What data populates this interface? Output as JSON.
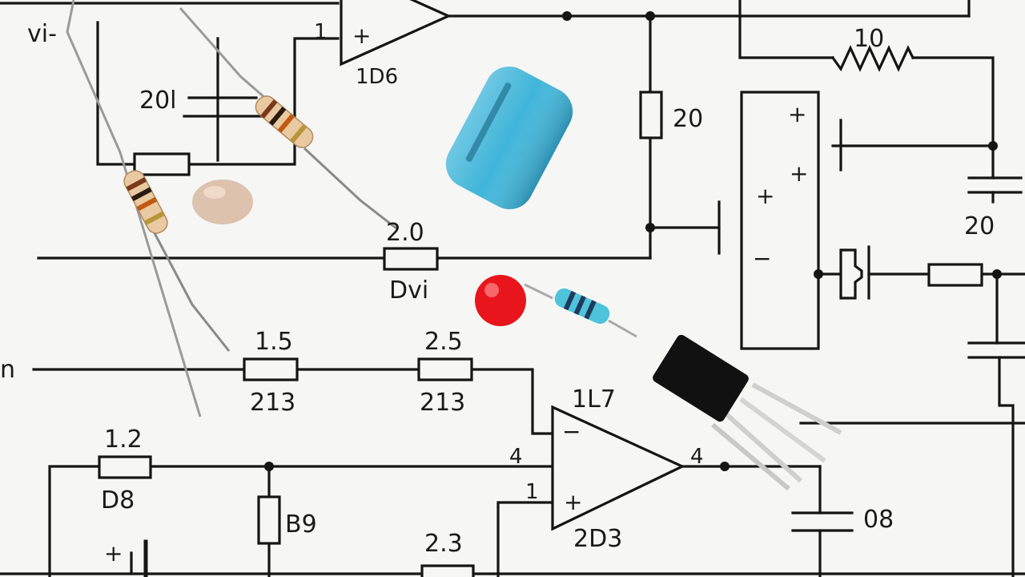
{
  "labels": {
    "input_vi": "vi-",
    "input_n": "n",
    "opamp1_pin": "1",
    "opamp1_name": "1D6",
    "r_top_value": "10",
    "r_mid_value": "20",
    "cap_left_value": "20l",
    "cap_right_value": "20",
    "r_center_value": "2.0",
    "r_center_name": "Dvi",
    "r_a_value": "1.5",
    "r_a_name": "213",
    "r_b_value": "2.5",
    "r_b_name": "213",
    "opamp2_value": "1L7",
    "opamp2_name": "2D3",
    "opamp2_pin_in": "4",
    "opamp2_pin_plus": "1",
    "opamp2_pin_out": "4",
    "r_low_value": "1.2",
    "r_low_name": "D8",
    "r_vert_name": "B9",
    "r_bottom_value": "2.3",
    "cap_bottom_value": "08",
    "plus": "+",
    "minus": "−",
    "batt_plus": "+"
  },
  "components": {
    "blue_capacitor": "blue electrolytic capacitor",
    "red_led": "red LED",
    "transistor": "black transistor",
    "resistors": "color-banded resistors"
  }
}
